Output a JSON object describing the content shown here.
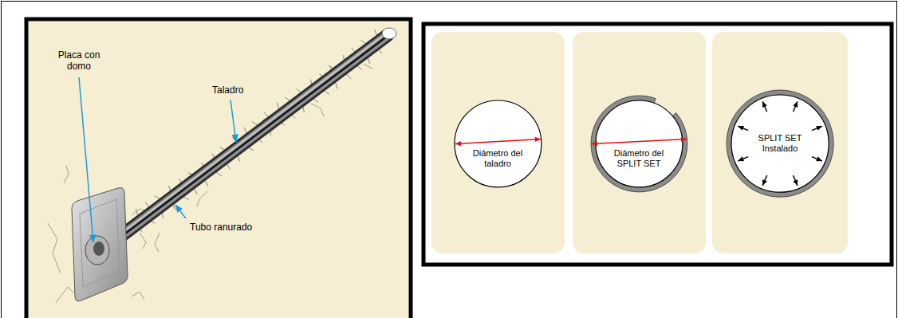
{
  "diagram": {
    "nodes": [
      {
        "text": [
          "Diámetro del taladro"
        ]
      },
      {
        "text": [
          "Diámetro del SPLIT SET"
        ]
      },
      {
        "text": [
          "SPLIT SET Instalado"
        ]
      }
    ],
    "labels": [
      "Placa con domo",
      "Taladro",
      "Tubo ranurado"
    ]
  }
}
